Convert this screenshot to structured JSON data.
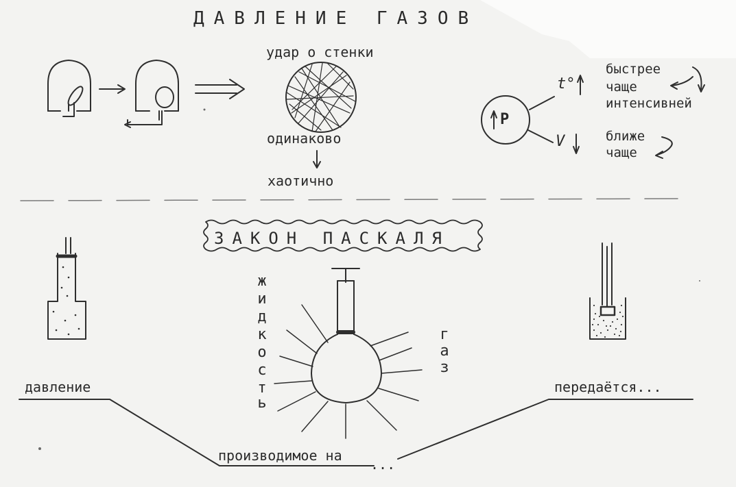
{
  "title": "ДАВЛЕНИЕ ГАЗОВ",
  "gas_pressure": {
    "hit_walls": "удар о стенки",
    "equally": "одинаково",
    "chaotic": "хаотично",
    "pressure_symbol": "P",
    "temperature_symbol": "t°",
    "volume_symbol": "V",
    "temperature_effects": [
      "быстрее",
      "чаще",
      "интенсивней"
    ],
    "volume_effects": [
      "ближе",
      "чаще"
    ]
  },
  "pascal_law": {
    "title": "ЗАКОН ПАСКАЛЯ",
    "liquid_letters": [
      "ж",
      "и",
      "д",
      "к",
      "о",
      "с",
      "т",
      "ь"
    ],
    "gas_letters": [
      "г",
      "а",
      "з"
    ],
    "caption_left": "давление",
    "caption_middle": "производимое на",
    "caption_ellipsis": "...",
    "caption_right": "передаётся..."
  }
}
